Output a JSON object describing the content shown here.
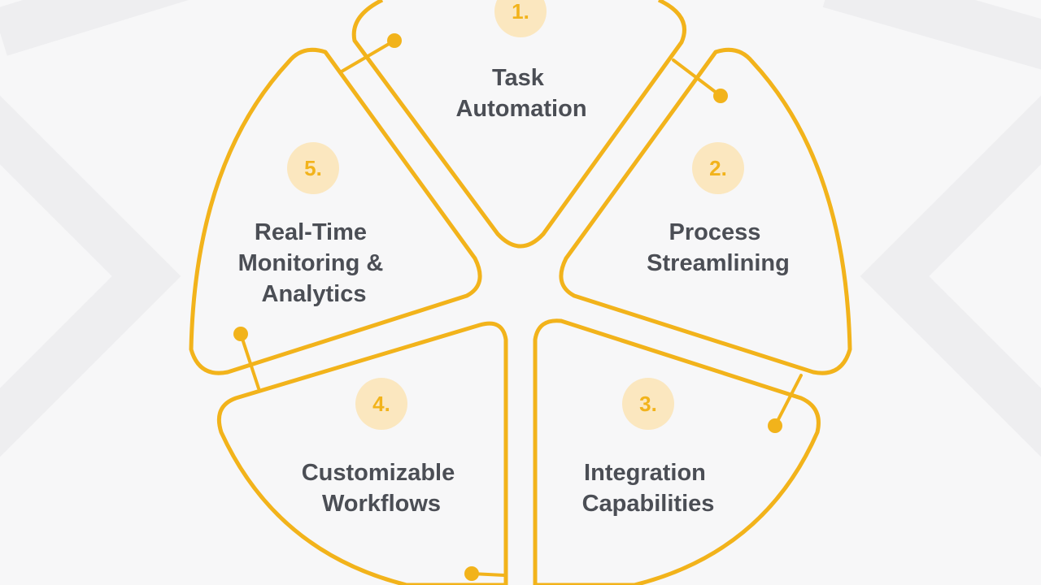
{
  "colors": {
    "accent": "#f2b31b",
    "badge_fill": "#fbe7bf",
    "text": "#4b4e55",
    "background": "#f7f7f8"
  },
  "segments": [
    {
      "number": "1.",
      "lines": [
        "Task",
        "Automation"
      ]
    },
    {
      "number": "2.",
      "lines": [
        "Process",
        "Streamlining"
      ]
    },
    {
      "number": "3.",
      "lines": [
        "Integration",
        "Capabilities"
      ]
    },
    {
      "number": "4.",
      "lines": [
        "Customizable",
        "Workflows"
      ]
    },
    {
      "number": "5.",
      "lines": [
        "Real-Time",
        "Monitoring &",
        "Analytics"
      ]
    }
  ]
}
